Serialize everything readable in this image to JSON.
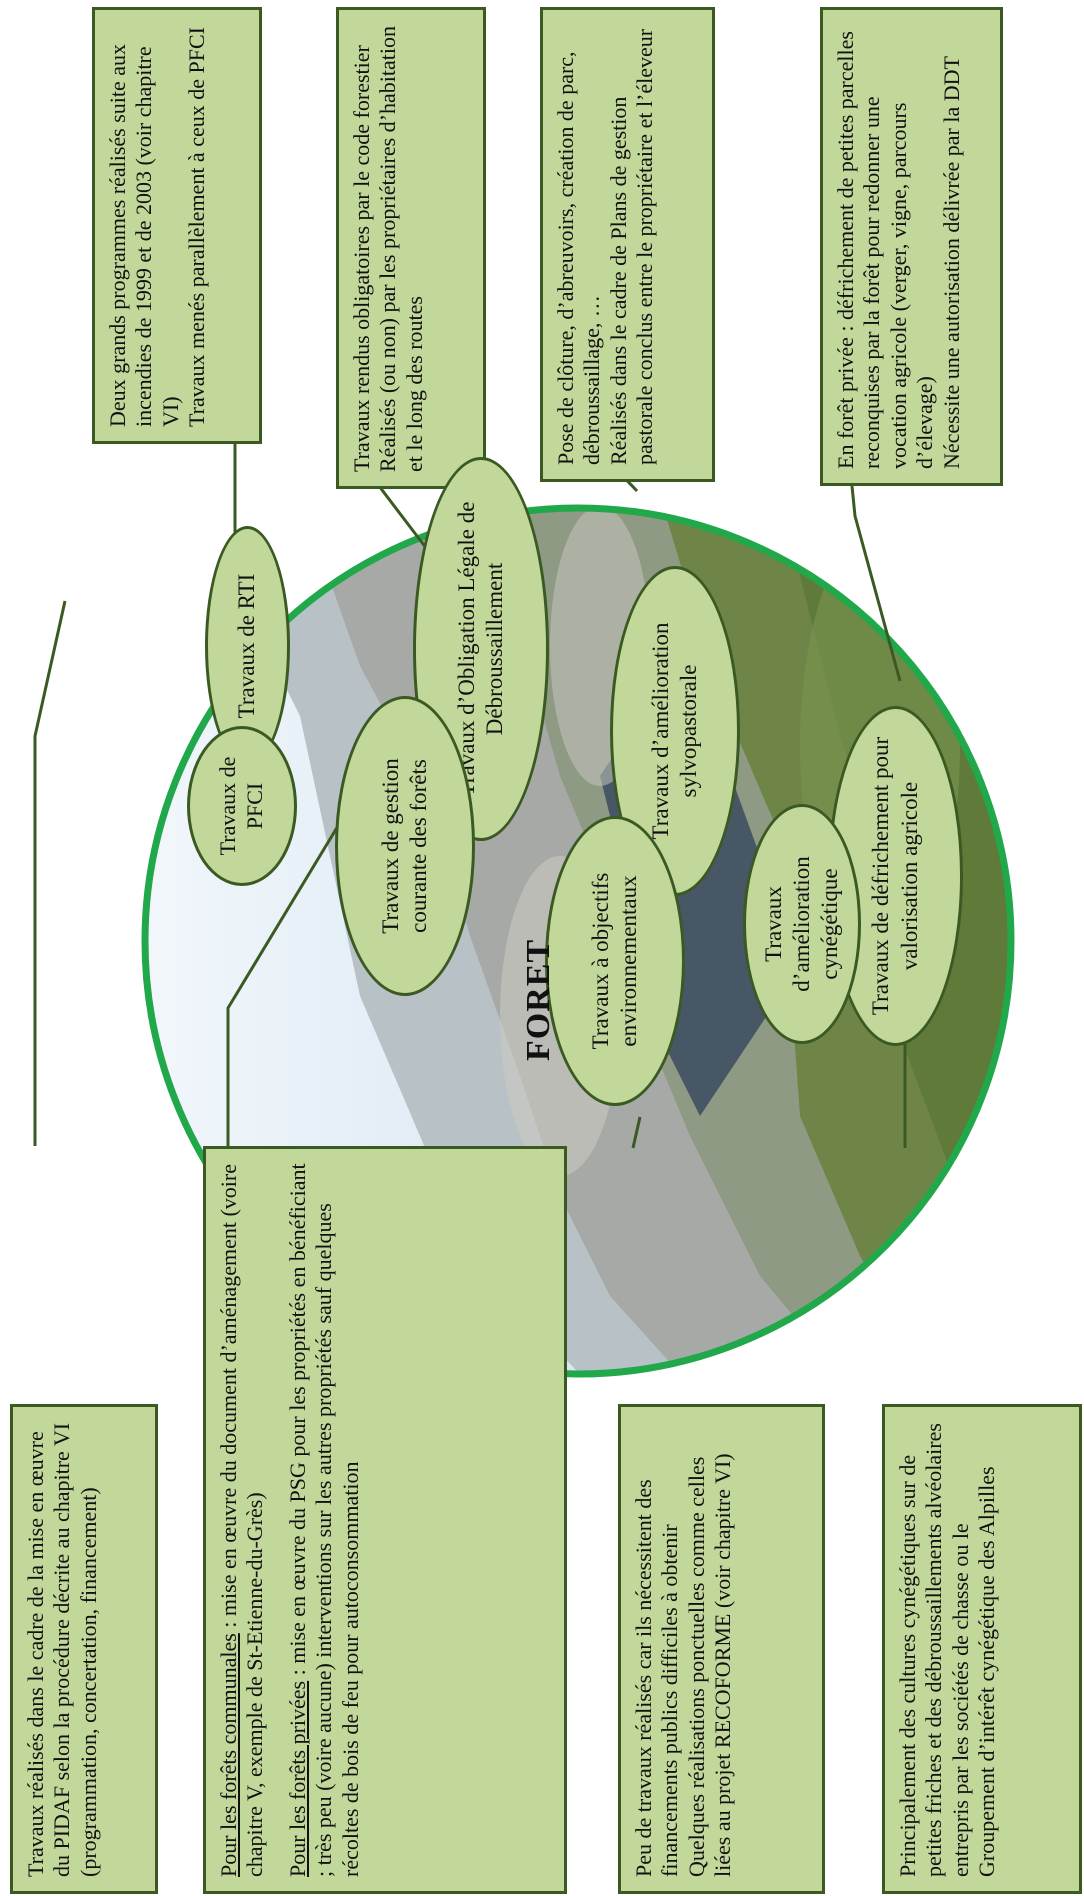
{
  "center_label": "FORET",
  "colors": {
    "box_fill": "#c2d89a",
    "box_border": "#3b5a23",
    "circle_ring": "#20a84a",
    "connector": "#3b5a23",
    "sky": "#dceaf5",
    "rock": "#a7a9a6",
    "shrub": "#5f7a39"
  },
  "nodes": {
    "rti": "Travaux de RTI",
    "obligation": "Travaux d’Obligation Légale de Débroussaillement",
    "sylvopastorale": "Travaux d’amélioration sylvopastorale",
    "defrichement": "Travaux de défrichement pour valorisation agricole",
    "pfci": "Travaux de PFCI",
    "gestion": "Travaux de gestion courante des forêts",
    "environnementaux": "Travaux à objectifs environnementaux",
    "cynegetique": "Travaux d’amélioration cynégétique"
  },
  "boxes": {
    "rti": {
      "l1": "Deux grands programmes réalisés suite aux incendies de 1999 et de 2003 (voir chapitre VI)",
      "l2": "Travaux menés parallèlement à ceux de PFCI"
    },
    "obligation": {
      "l1": "Travaux rendus obligatoires par le code forestier",
      "l2": "Réalisés (ou non) par les propriétaires d’habitation et le long des routes"
    },
    "sylvopastorale": {
      "l1": "Pose de clôture, d’abreuvoirs,  création de parc, débroussaillage, …",
      "l2": "Réalisés dans le cadre de Plans de gestion pastorale conclus entre le propriétaire et l’éleveur"
    },
    "defrichement": {
      "l1": "En forêt privée : défrichement de petites parcelles reconquises par la forêt pour redonner une vocation agricole (verger, vigne, parcours d’élevage)",
      "l2": "Nécessite une autorisation délivrée par la DDT"
    },
    "pfci": {
      "l1": "Travaux réalisés dans le cadre de la mise en œuvre du PIDAF selon la procédure décrite au chapitre VI (programmation, concertation, financement)"
    },
    "gestion": {
      "communales_label": "Pour les forêts communales",
      "communales_text": " : mise en œuvre du document d’aménagement (voire chapitre V, exemple de St-Etienne-du-Grès)",
      "privees_label": "Pour les forêts privées",
      "privees_text": " : mise en œuvre du PSG pour les propriétés en bénéficiant ; très peu (voire aucune) interventions sur les autres propriétés sauf quelques récoltes de bois de feu pour autoconsommation"
    },
    "environnementaux": {
      "l1": "Peu de travaux réalisés car ils nécessitent des financements publics difficiles à obtenir",
      "l2": "Quelques réalisations ponctuelles comme celles liées au projet RECOFORME (voir chapitre VI)"
    },
    "cynegetique": {
      "l1": "Principalement des cultures cynégétiques sur de petites friches et des débroussaillements alvéolaires entrepris par les sociétés de chasse ou le Groupement d’intérêt cynégétique des Alpilles"
    }
  }
}
